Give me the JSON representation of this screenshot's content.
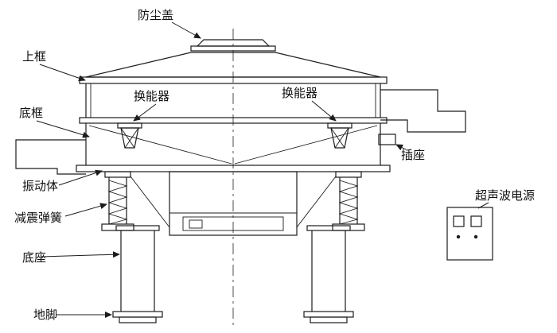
{
  "diagram": {
    "labels": {
      "dust_cover": "防尘盖",
      "upper_frame": "上框",
      "transducer_left": "换能器",
      "transducer_right": "换能器",
      "bottom_frame": "底框",
      "socket": "插座",
      "vibrating_body": "振动体",
      "damping_spring": "减震弹簧",
      "base": "底座",
      "anchor_foot": "地脚",
      "ultrasonic_power_supply": "超声波电源"
    },
    "colors": {
      "line": "#1c1c1c",
      "background": "#ffffff"
    }
  }
}
